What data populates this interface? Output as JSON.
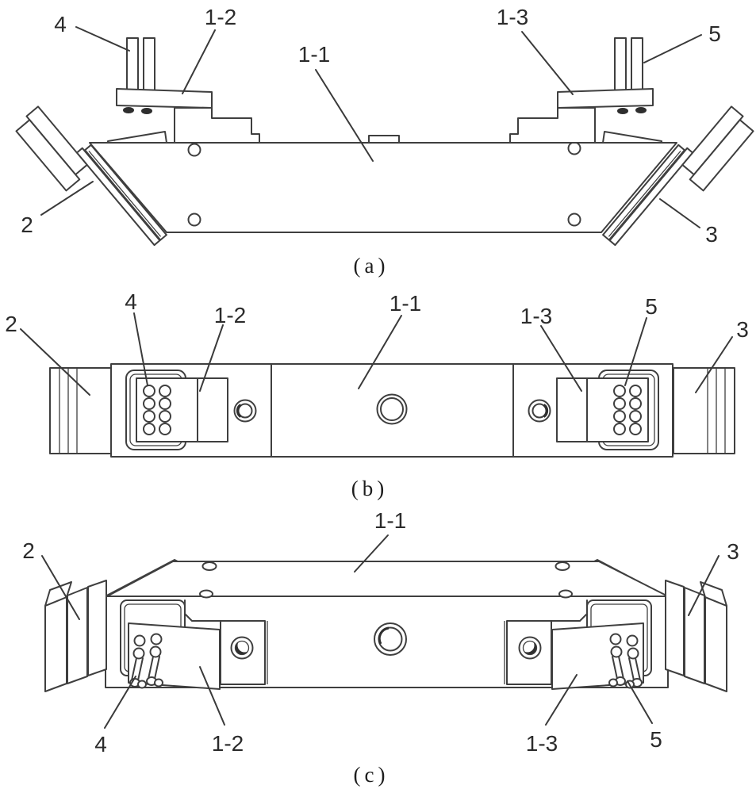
{
  "page": {
    "background": "#ffffff"
  },
  "colors": {
    "line": "#3f3f3f",
    "dark_fill": "#2e2e2e",
    "label_text": "#2b2b2b"
  },
  "panels": {
    "a": {
      "caption": "(a)"
    },
    "b": {
      "caption": "(b)"
    },
    "c": {
      "caption": "(c)"
    }
  },
  "labels": {
    "n2": "2",
    "n3": "3",
    "n4": "4",
    "n5": "5",
    "n11": "1-1",
    "n12": "1-2",
    "n13": "1-3"
  }
}
